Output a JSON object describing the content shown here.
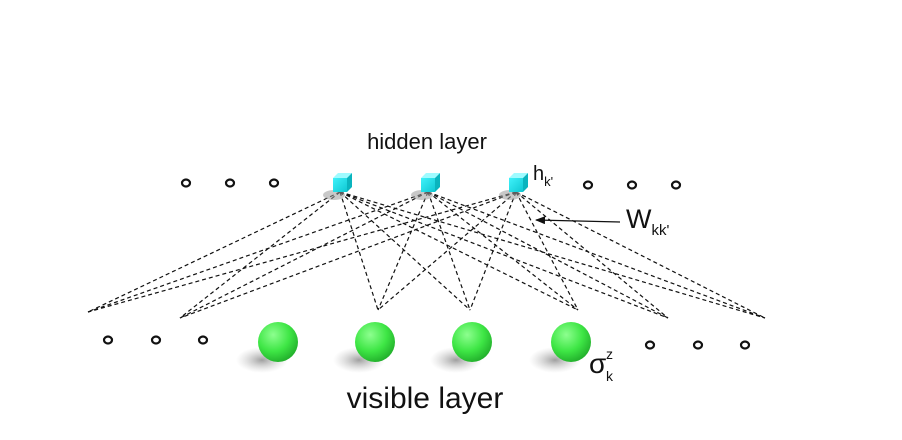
{
  "labels": {
    "hidden_layer": "hidden layer",
    "visible_layer": "visible layer",
    "hidden_unit": {
      "base": "h",
      "sub": "k'"
    },
    "weight": {
      "base": "W",
      "sub": "kk'"
    },
    "variance": {
      "base": "σ",
      "sup": "z",
      "sub": "k"
    }
  },
  "colors": {
    "hidden_unit": "#1ee3ec",
    "visible_unit": "#3ee645",
    "edge": "#111111",
    "ellipsis_ring": "#111111"
  }
}
